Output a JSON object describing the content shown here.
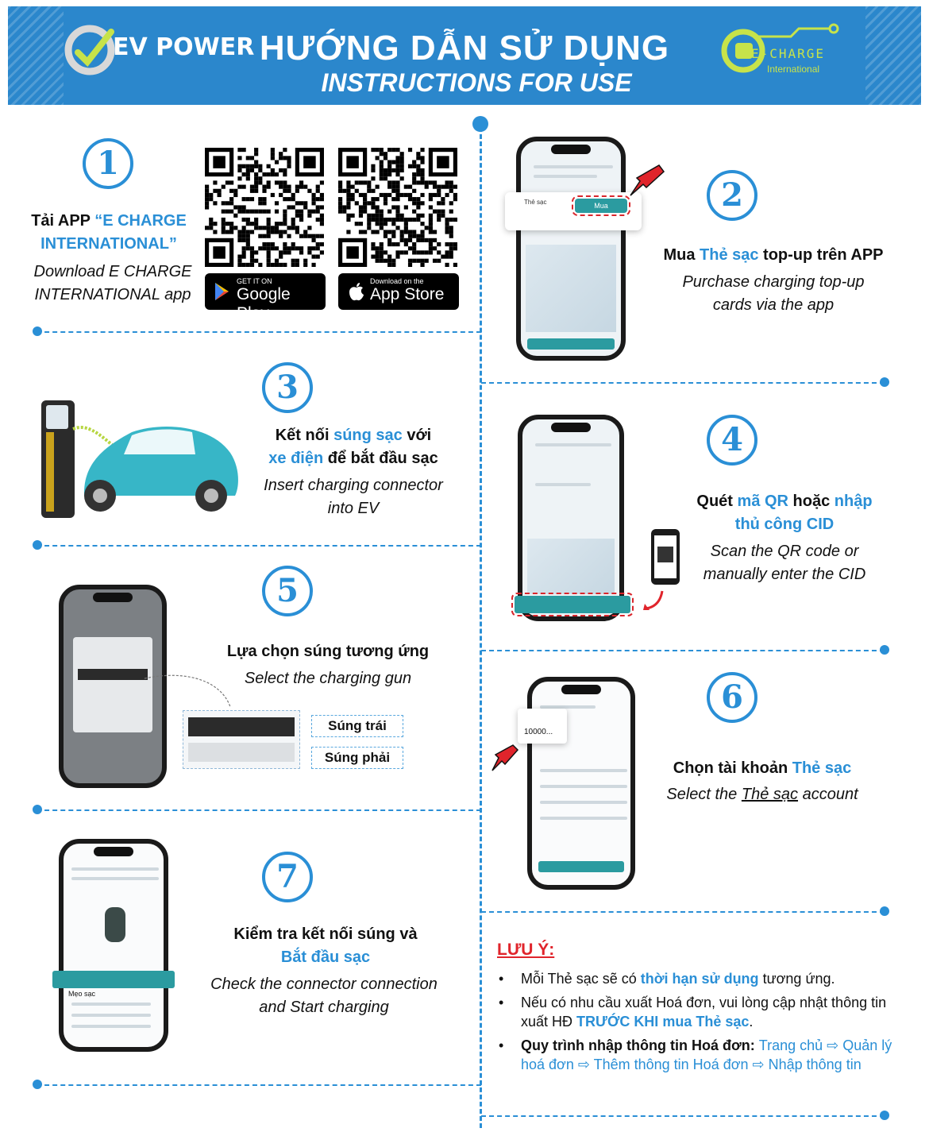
{
  "header": {
    "title_vi": "HƯỚNG DẪN SỬ DỤNG",
    "title_en": "INSTRUCTIONS FOR USE",
    "logo_left": "EV POWER",
    "logo_right": "E-CHARGE",
    "logo_right_sub": "International"
  },
  "steps": {
    "s1": {
      "num": "1",
      "vi_a": "Tải APP ",
      "vi_b": "“E CHARGE",
      "vi_c": "INTERNATIONAL”",
      "en_a": "Download E CHARGE",
      "en_b": "INTERNATIONAL app"
    },
    "s2": {
      "num": "2",
      "vi_a": "Mua ",
      "vi_b": "Thẻ sạc",
      "vi_c": " top-up trên APP",
      "en_a": "Purchase charging top-up",
      "en_b": "cards via the app"
    },
    "s3": {
      "num": "3",
      "vi_a": "Kết nối ",
      "vi_b": "súng sạc",
      "vi_c": " với",
      "vi_d": "xe điện",
      "vi_e": " để bắt đầu sạc",
      "en_a": "Insert charging connector",
      "en_b": "into EV"
    },
    "s4": {
      "num": "4",
      "vi_a": "Quét ",
      "vi_b": "mã QR",
      "vi_c": " hoặc ",
      "vi_d": "nhập",
      "vi_e": "thủ công CID",
      "en_a": "Scan the QR code or",
      "en_b": "manually enter the CID"
    },
    "s5": {
      "num": "5",
      "vi": "Lựa chọn súng tương ứng",
      "en": "Select the charging gun",
      "gun_left": "Súng trái",
      "gun_right": "Súng phải"
    },
    "s6": {
      "num": "6",
      "vi_a": "Chọn tài khoản ",
      "vi_b": "Thẻ sạc",
      "en_a": "Select the ",
      "en_b": "Thẻ sạc",
      "en_c": " account",
      "amount": "10000..."
    },
    "s7": {
      "num": "7",
      "vi_a": "Kiểm tra kết nối súng và",
      "vi_b": "Bắt đầu sạc",
      "en_a": "Check the connector connection",
      "en_b": "and Start charging"
    }
  },
  "stores": {
    "google_small": "GET IT ON",
    "google_big": "Google Play",
    "apple_small": "Download on the",
    "apple_big": "App Store"
  },
  "phone_text": {
    "the_sac": "Thẻ sạc",
    "mua": "Mua",
    "meo_sac": "Mẹo sạc"
  },
  "note": {
    "title": "LƯU Ý:",
    "n1_a": "Mỗi Thẻ sạc sẽ có ",
    "n1_b": "thời hạn sử dụng",
    "n1_c": " tương ứng.",
    "n2_a": "Nếu có nhu cầu xuất Hoá đơn, vui lòng cập nhật thông tin xuất HĐ ",
    "n2_b": "TRƯỚC KHI mua Thẻ sạc",
    "n2_c": ".",
    "n3_a": "Quy trình nhập thông tin Hoá đơn: ",
    "n3_b": "Trang chủ ⇨ Quản lý hoá đơn ⇨ Thêm thông tin Hoá đơn ⇨ Nhập thông tin"
  },
  "colors": {
    "accent": "#2a8fd6",
    "header": "#2b87cc",
    "alert": "#e0242b",
    "teal": "#2b9ba0"
  }
}
